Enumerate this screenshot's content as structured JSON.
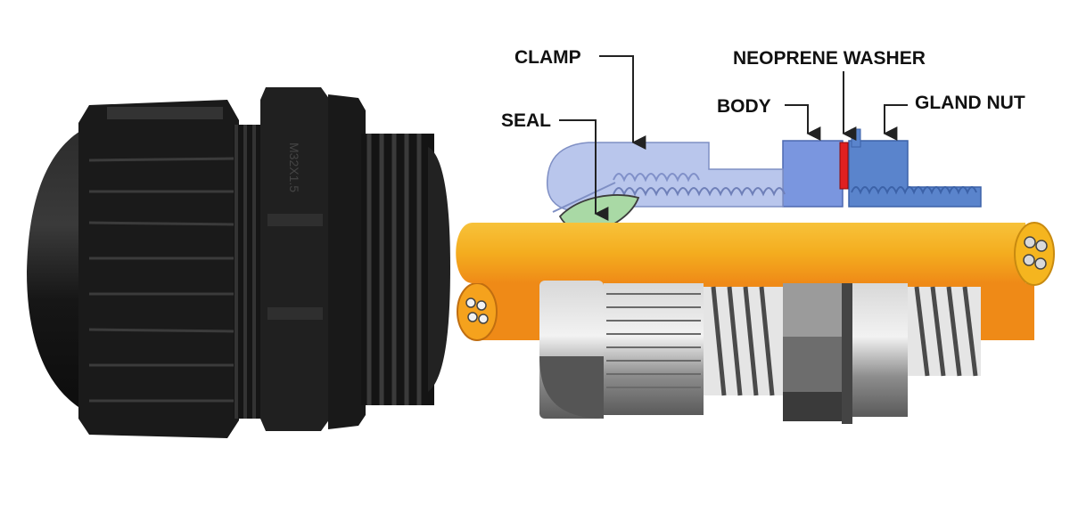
{
  "labels": {
    "clamp": "CLAMP",
    "seal": "SEAL",
    "neoprene_washer": "NEOPRENE WASHER",
    "body": "BODY",
    "gland_nut": "GLAND NUT"
  },
  "product_marking": "M32X1.5",
  "colors": {
    "clamp": "#b9c6ec",
    "seal": "#a9d9a5",
    "body": "#7a96df",
    "gland_nut": "#5a84cc",
    "washer": "#e02020",
    "cable": "#f5b51f",
    "cable_shade": "#f08d1c",
    "gland_black": "#1b1b1b",
    "gland_grey": "#8a8a8a"
  }
}
